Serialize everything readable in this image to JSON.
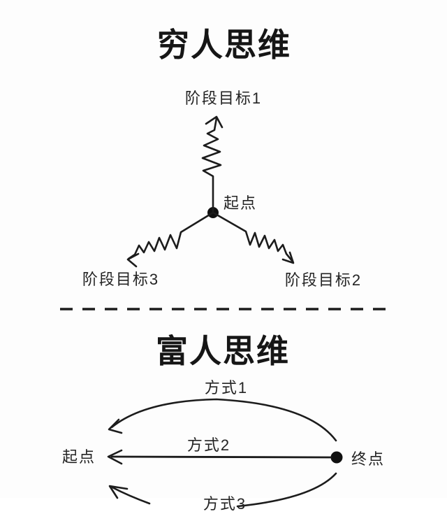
{
  "poor_mindset": {
    "title": "穷人思维",
    "origin_label": "起点",
    "goal_top": "阶段目标1",
    "goal_right": "阶段目标2",
    "goal_left": "阶段目标3"
  },
  "rich_mindset": {
    "title": "富人思维",
    "start_label": "起点",
    "end_label": "终点",
    "method_top": "方式1",
    "method_middle": "方式2",
    "method_bottom": "方式3"
  },
  "colors": {
    "ink": "#1c1c1c",
    "background": "#fdfdfd"
  }
}
